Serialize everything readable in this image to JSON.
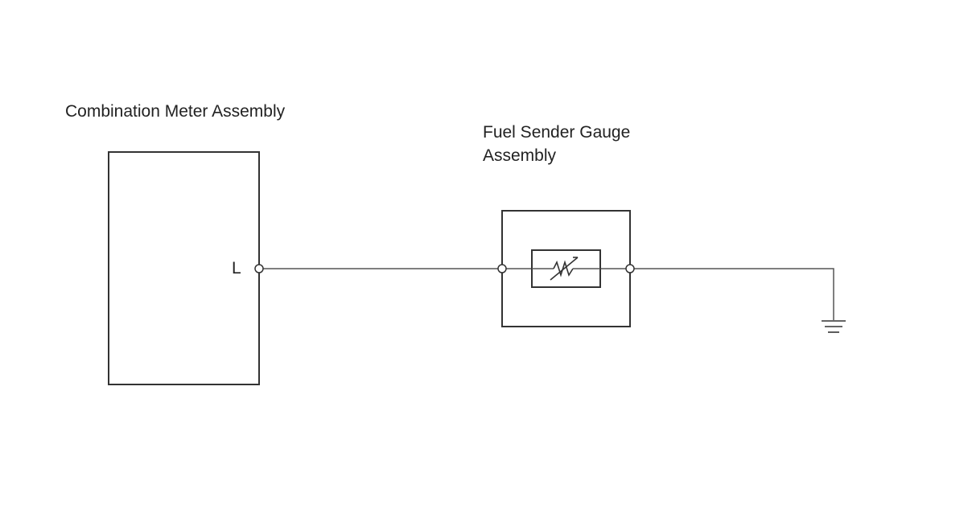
{
  "components": {
    "combination_meter": {
      "name": "Combination Meter Assembly",
      "terminal": "L"
    },
    "fuel_sender": {
      "name_line1": "Fuel Sender Gauge",
      "name_line2": "Assembly",
      "element": "variable-resistor"
    },
    "ground": {
      "symbol": "ground-icon"
    }
  },
  "colors": {
    "line": "#333333",
    "background": "#ffffff"
  }
}
